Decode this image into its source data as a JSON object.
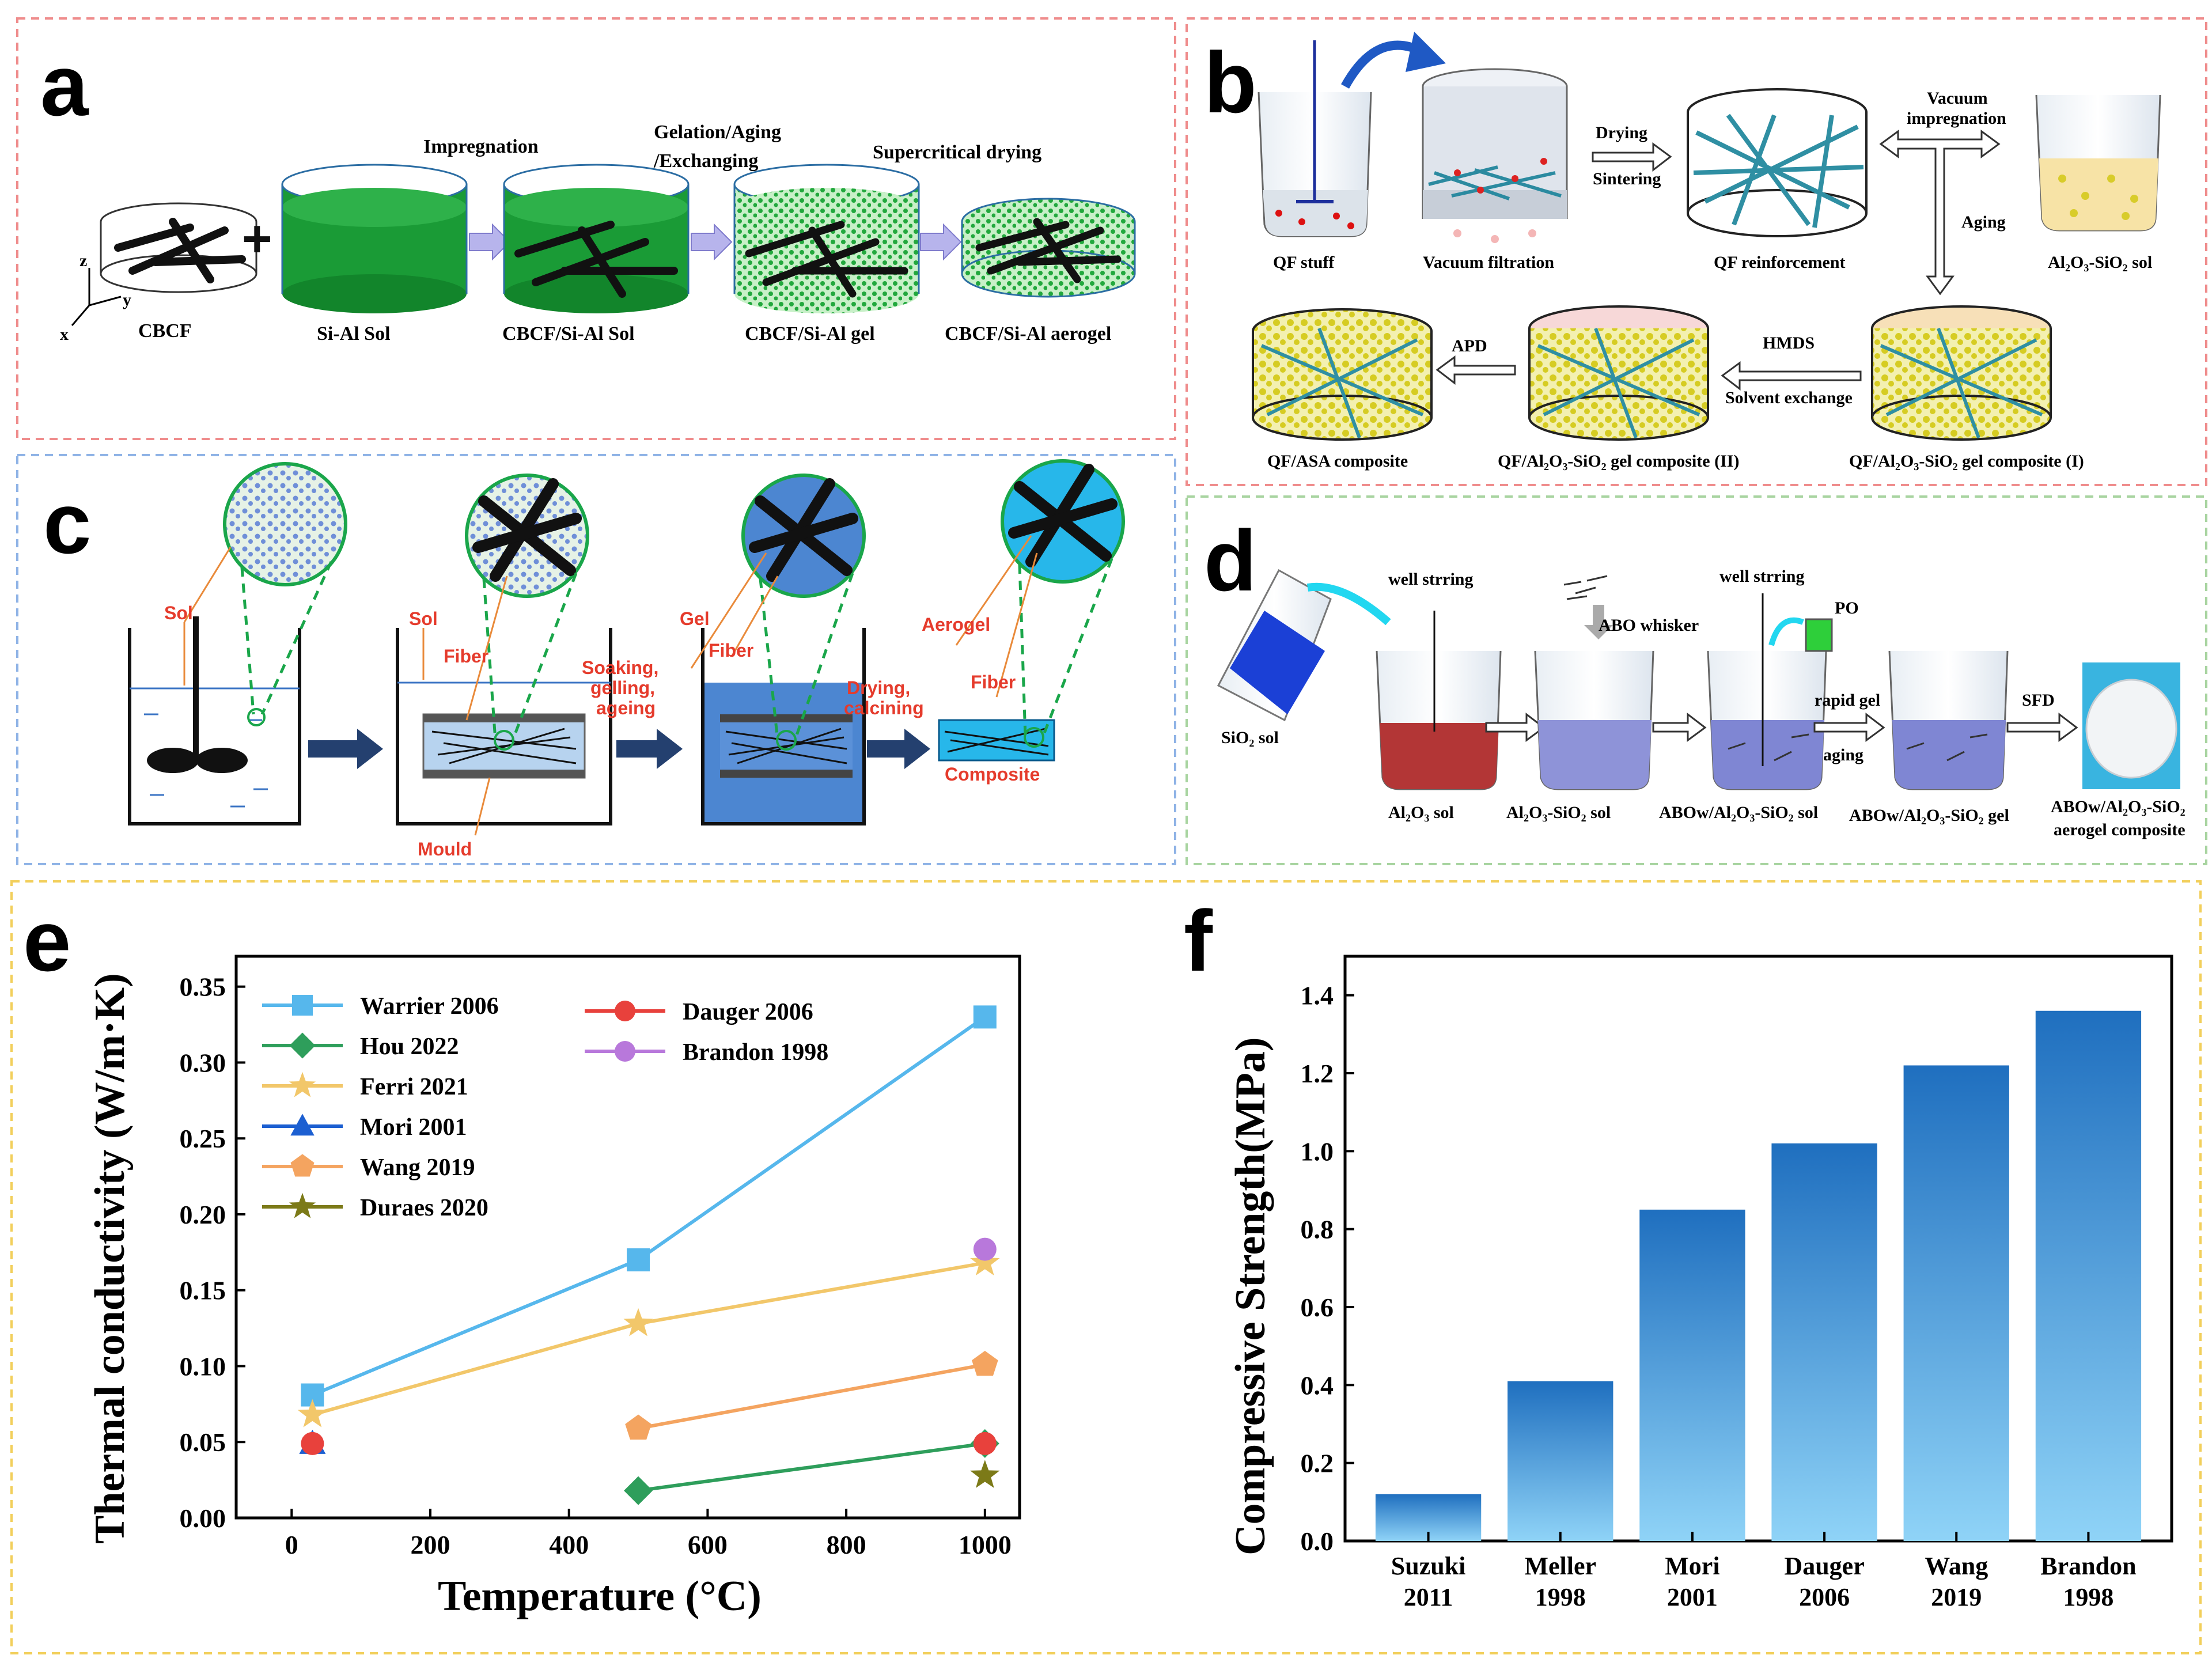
{
  "colors": {
    "panel_red_border": "#ef8c8c",
    "panel_blue_border": "#8fb3e6",
    "panel_green_border": "#a8d4a0",
    "panel_yellow_border": "#f2cf5b",
    "sol_green": "#17a33a",
    "bar_top": "#1f6fbf",
    "bar_bottom": "#8fd3f7"
  },
  "panel_a": {
    "letter": "a",
    "steps": [
      "Impregnation",
      "Gelation/Aging",
      "/Exchanging",
      "Supercritical drying"
    ],
    "items": [
      "CBCF",
      "Si-Al Sol",
      "CBCF/Si-Al Sol",
      "CBCF/Si-Al gel",
      "CBCF/Si-Al aerogel"
    ],
    "axes": [
      "z",
      "y",
      "x"
    ]
  },
  "panel_b": {
    "letter": "b",
    "labels": [
      "QF stuff",
      "Vacuum filtration",
      "QF reinforcement",
      "Al₂O₃-SiO₂ sol",
      "QF/ASA composite",
      "QF/Al₂O₃-SiO₂ gel composite (II)",
      "QF/Al₂O₃-SiO₂ gel composite (I)"
    ],
    "arrows": [
      "Drying",
      "Sintering",
      "Vacuum",
      "impregnation",
      "Aging",
      "HMDS",
      "Solvent exchange",
      "APD"
    ]
  },
  "panel_c": {
    "letter": "c",
    "labels": [
      "Sol",
      "Sol",
      "Fiber",
      "Mould",
      "Gel",
      "Fiber",
      "Aerogel",
      "Fiber",
      "Composite"
    ],
    "steps": [
      "Soaking,",
      "gelling,",
      "ageing",
      "Drying,",
      "calcining"
    ]
  },
  "panel_d": {
    "letter": "d",
    "labels": [
      "SiO₂ sol",
      "Al₂O₃ sol",
      "Al₂O₃-SiO₂ sol",
      "ABOw/Al₂O₃-SiO₂ sol",
      "ABOw/Al₂O₃-SiO₂ gel",
      "ABOw/Al₂O₃-SiO₂",
      "aerogel composite"
    ],
    "notes": [
      "well strring",
      "ABO whisker",
      "well strring",
      "PO",
      "rapid gel",
      "aging",
      "SFD"
    ]
  },
  "chart_data": [
    {
      "panel": "e",
      "type": "line",
      "xlabel": "Temperature (°C)",
      "ylabel": "Thermal conductivity (W/m·K)",
      "xlim": [
        -80,
        1050
      ],
      "ylim": [
        0,
        0.37
      ],
      "xticks": [
        0,
        200,
        400,
        600,
        800,
        1000
      ],
      "yticks": [
        0.0,
        0.05,
        0.1,
        0.15,
        0.2,
        0.25,
        0.3,
        0.35
      ],
      "ytick_labels": [
        "0.00",
        "0.05",
        "0.10",
        "0.15",
        "0.20",
        "0.25",
        "0.30",
        "0.35"
      ],
      "legend_position": "top-left",
      "series": [
        {
          "name": "Warrier 2006",
          "color": "#56b7ec",
          "marker": "square",
          "x": [
            30,
            500,
            1000
          ],
          "y": [
            0.081,
            0.17,
            0.33
          ]
        },
        {
          "name": "Hou 2022",
          "color": "#2e9e5b",
          "marker": "diamond",
          "x": [
            500,
            1000
          ],
          "y": [
            0.018,
            0.049
          ]
        },
        {
          "name": "Ferri 2021",
          "color": "#f2c76a",
          "marker": "star",
          "x": [
            30,
            500,
            1000
          ],
          "y": [
            0.068,
            0.128,
            0.168
          ]
        },
        {
          "name": "Mori 2001",
          "color": "#1c5fd1",
          "marker": "triangle",
          "x": [
            30
          ],
          "y": [
            0.049
          ]
        },
        {
          "name": "Wang 2019",
          "color": "#f4a460",
          "marker": "pentagon",
          "x": [
            500,
            1000
          ],
          "y": [
            0.059,
            0.101
          ]
        },
        {
          "name": "Duraes 2020",
          "color": "#7c7a18",
          "marker": "star",
          "x": [
            1000
          ],
          "y": [
            0.028
          ]
        },
        {
          "name": "Dauger 2006",
          "color": "#e8413c",
          "marker": "circle",
          "x": [
            30,
            1000
          ],
          "y": [
            0.049,
            0.049
          ]
        },
        {
          "name": "Brandon 1998",
          "color": "#b878db",
          "marker": "circle",
          "x": [
            1000
          ],
          "y": [
            0.177
          ]
        }
      ]
    },
    {
      "panel": "f",
      "type": "bar",
      "ylabel": "Compressive Strength(MPa)",
      "ylim": [
        0,
        1.5
      ],
      "yticks": [
        0.0,
        0.2,
        0.4,
        0.6,
        0.8,
        1.0,
        1.2,
        1.4
      ],
      "ytick_labels": [
        "0.0",
        "0.2",
        "0.4",
        "0.6",
        "0.8",
        "1.0",
        "1.2",
        "1.4"
      ],
      "categories": [
        [
          "Suzuki",
          "2011"
        ],
        [
          "Meller",
          "1998"
        ],
        [
          "Mori",
          "2001"
        ],
        [
          "Dauger",
          "2006"
        ],
        [
          "Wang",
          "2019"
        ],
        [
          "Brandon",
          "1998"
        ]
      ],
      "values": [
        0.12,
        0.41,
        0.85,
        1.02,
        1.22,
        1.36
      ]
    }
  ]
}
